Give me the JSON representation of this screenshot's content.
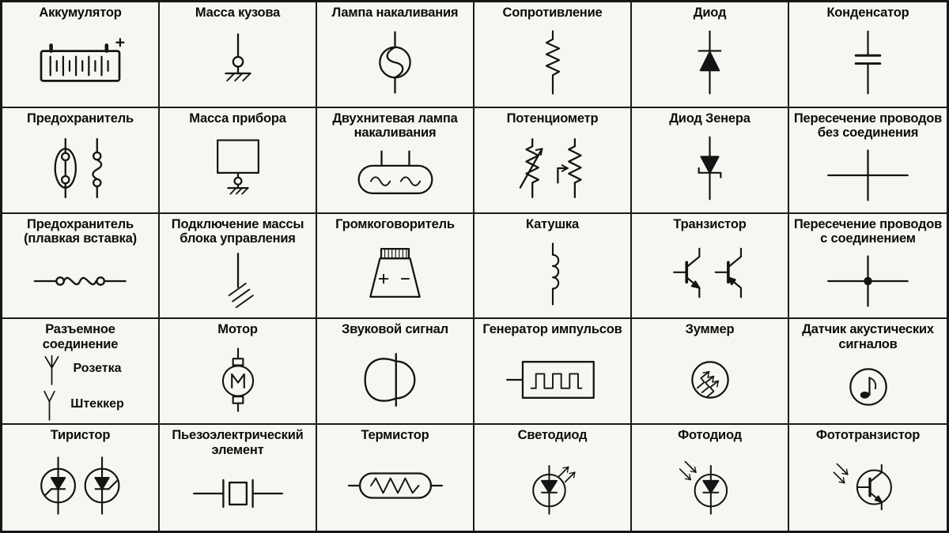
{
  "colors": {
    "background": "#f7f6f1",
    "border": "#1b1b1b",
    "ink": "#141414"
  },
  "grid": {
    "columns": 6,
    "rows": 5,
    "cells": [
      {
        "label": "Аккумулятор",
        "symbol": "battery"
      },
      {
        "label": "Масса кузова",
        "symbol": "body-ground"
      },
      {
        "label": "Лампа накаливания",
        "symbol": "incandescent-lamp"
      },
      {
        "label": "Сопротивление",
        "symbol": "resistor"
      },
      {
        "label": "Диод",
        "symbol": "diode"
      },
      {
        "label": "Конденсатор",
        "symbol": "capacitor"
      },
      {
        "label": "Предохранитель",
        "symbol": "fuse"
      },
      {
        "label": "Масса прибора",
        "symbol": "device-ground"
      },
      {
        "label": "Двухнитевая лампа накаливания",
        "symbol": "dual-filament-lamp"
      },
      {
        "label": "Потенциометр",
        "symbol": "potentiometer"
      },
      {
        "label": "Диод Зенера",
        "symbol": "zener-diode"
      },
      {
        "label": "Пересечение проводов без соединения",
        "symbol": "wire-crossing-no-connection"
      },
      {
        "label": "Предохранитель (плавкая вставка)",
        "symbol": "fuse-link"
      },
      {
        "label": "Подключение массы блока управления",
        "symbol": "control-unit-ground"
      },
      {
        "label": "Громкоговоритель",
        "symbol": "loudspeaker"
      },
      {
        "label": "Катушка",
        "symbol": "coil"
      },
      {
        "label": "Транзистор",
        "symbol": "transistor"
      },
      {
        "label": "Пересечение проводов с соединением",
        "symbol": "wire-crossing-connection"
      },
      {
        "label": "Разъемное соединение",
        "symbol": "connector",
        "parts": [
          {
            "label": "Розетка",
            "symbol": "socket"
          },
          {
            "label": "Штеккер",
            "symbol": "plug"
          }
        ]
      },
      {
        "label": "Мотор",
        "symbol": "motor"
      },
      {
        "label": "Звуковой сигнал",
        "symbol": "horn"
      },
      {
        "label": "Генератор импульсов",
        "symbol": "pulse-generator"
      },
      {
        "label": "Зуммер",
        "symbol": "buzzer"
      },
      {
        "label": "Датчик акустических сигналов",
        "symbol": "acoustic-sensor"
      },
      {
        "label": "Тиристор",
        "symbol": "thyristor"
      },
      {
        "label": "Пьезоэлектрический элемент",
        "symbol": "piezo-element"
      },
      {
        "label": "Термистор",
        "symbol": "thermistor"
      },
      {
        "label": "Светодиод",
        "symbol": "led"
      },
      {
        "label": "Фотодиод",
        "symbol": "photodiode"
      },
      {
        "label": "Фототранзистор",
        "symbol": "phototransistor"
      }
    ]
  }
}
